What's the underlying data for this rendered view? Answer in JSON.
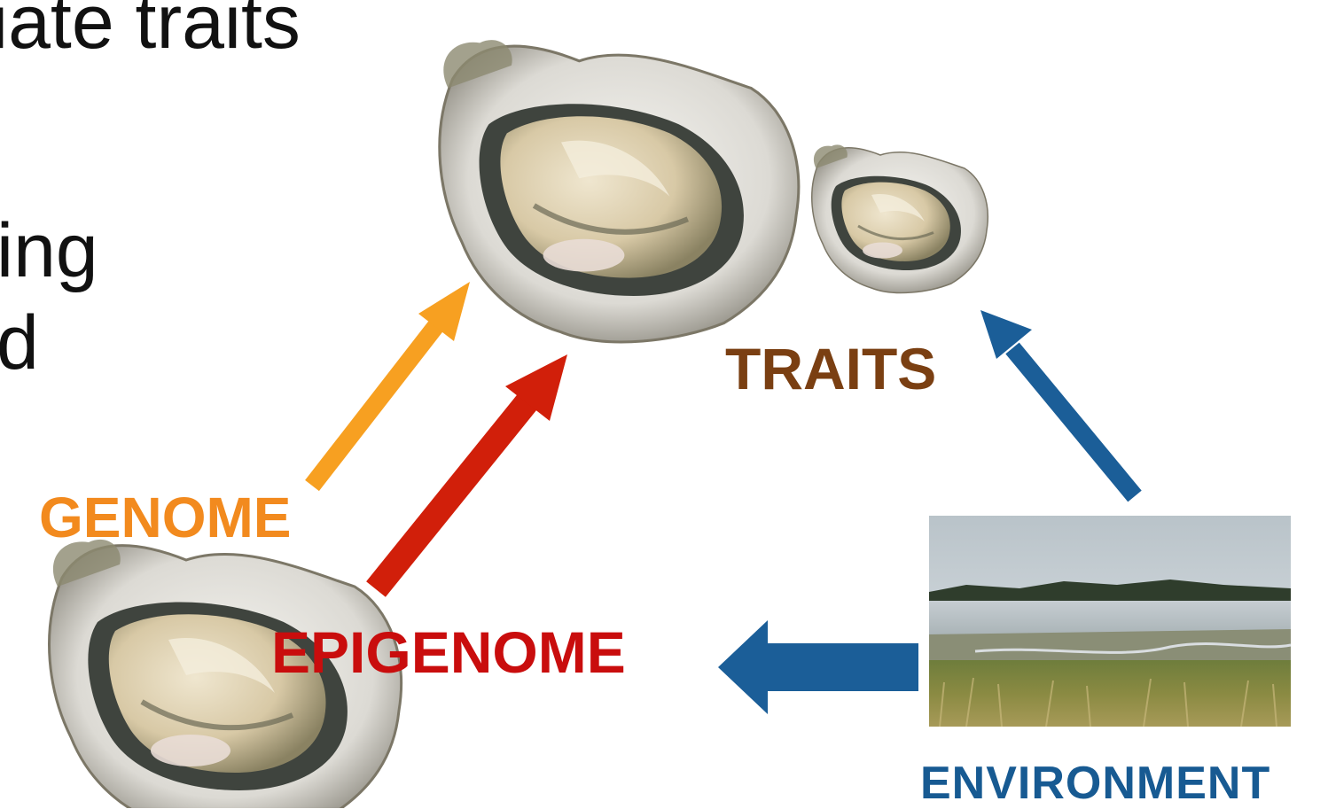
{
  "slide": {
    "body_fragments": [
      "iate traits",
      "ing",
      "d"
    ]
  },
  "labels": {
    "traits": "TRAITS",
    "genome": "GENOME",
    "epigenome": "EPIGENOME",
    "environment": "ENVIRONMENT"
  },
  "colors": {
    "traits": "#7a3f12",
    "genome": "#f28a1e",
    "epigenome": "#c90d0d",
    "environment": "#175a92",
    "arrow_genome": "#f7a021",
    "arrow_epigenome": "#d11f0a",
    "arrow_environment": "#1b5e98"
  },
  "images": {
    "oyster_large": "oyster-photo",
    "oyster_small": "oyster-photo",
    "oyster_bottom": "oyster-photo",
    "environment_photo": "estuary-landscape-photo"
  }
}
